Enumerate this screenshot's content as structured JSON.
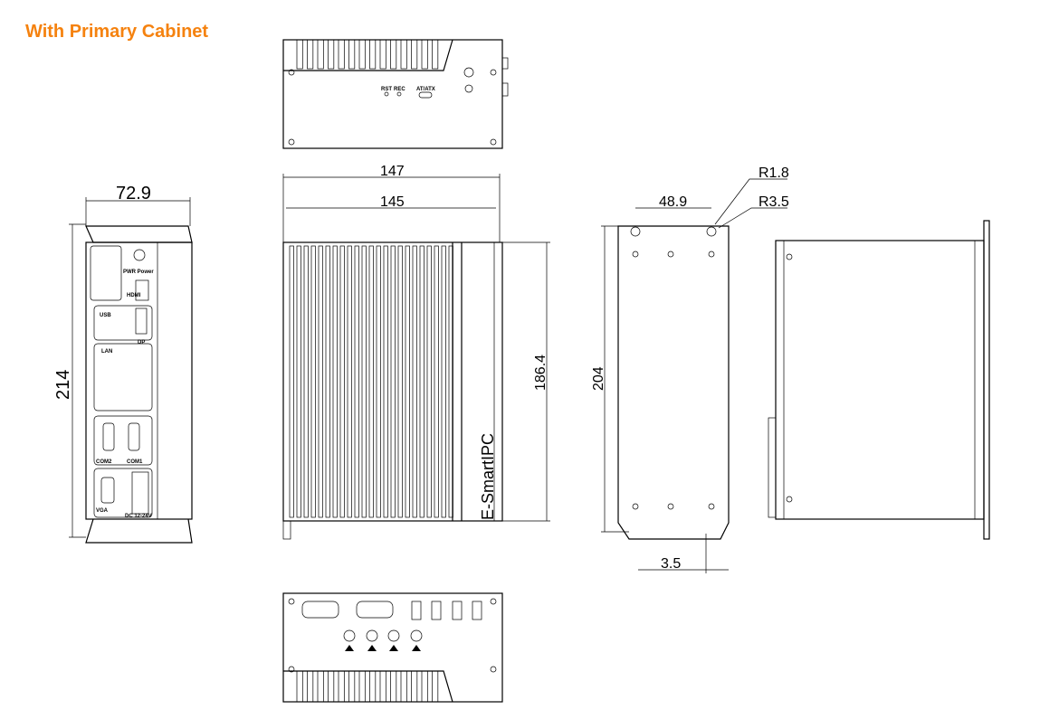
{
  "title": "With Primary Cabinet",
  "dimensions": {
    "width_side": "72.9",
    "height_side": "214",
    "outer_width": "147",
    "inner_width": "145",
    "front_height": "186.4",
    "hole_spacing": "48.9",
    "radius_small": "R1.8",
    "radius_large": "R3.5",
    "plate_height": "204",
    "plate_thickness": "3.5"
  },
  "top_panel": {
    "rst": "RST",
    "rec": "REC",
    "at_atx": "AT/ATX"
  },
  "brand": "E-SmartIPC",
  "side_panel": {
    "usb": "USB",
    "lan": "LAN",
    "dp": "DP",
    "hdmi": "HDMI",
    "com1": "COM1",
    "com2": "COM2",
    "vga": "VGA",
    "power": "PWR Power",
    "dc": "DC 12-24V"
  }
}
